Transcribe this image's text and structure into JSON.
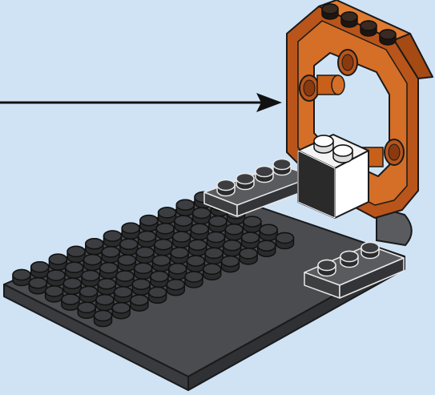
{
  "scene": {
    "kind": "building-instruction-step",
    "background_color": "#CFE3F5",
    "arrow": {
      "direction": "right",
      "color": "#111111"
    },
    "parts": [
      {
        "name": "plate-6x10",
        "color_name": "dark-bluish-gray",
        "color": "#5E5F63"
      },
      {
        "name": "plate-1x4",
        "color_name": "dark-bluish-gray",
        "color": "#5E5F63"
      },
      {
        "name": "plate-1x3",
        "color_name": "dark-bluish-gray",
        "color": "#5E5F63"
      },
      {
        "name": "brick-1x2",
        "color_name": "white-and-black",
        "color": "#2B2B2B"
      },
      {
        "name": "window-frame-octagonal",
        "color_name": "dark-orange",
        "color": "#C8601A"
      }
    ]
  }
}
